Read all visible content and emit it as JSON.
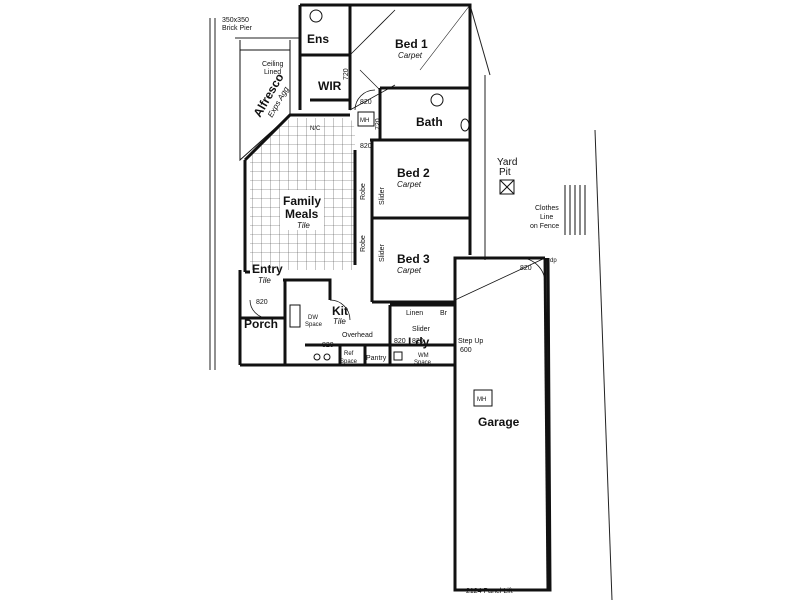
{
  "rooms": {
    "ens": "Ens",
    "bed1": "Bed 1",
    "bed1_floor": "Carpet",
    "wir": "WIR",
    "bath": "Bath",
    "bed2": "Bed 2",
    "bed2_floor": "Carpet",
    "bed3": "Bed 3",
    "bed3_floor": "Carpet",
    "family_line1": "Family",
    "family_line2": "Meals",
    "family_floor": "Tile",
    "entry": "Entry",
    "entry_floor": "Tile",
    "kit": "Kit",
    "kit_floor": "Tile",
    "porch": "Porch",
    "lindy": "Ldy",
    "garage": "Garage",
    "alfresco": "Alfresco",
    "alfresco_note": "Exps Agg",
    "yard_pit_line1": "Yard",
    "yard_pit_line2": "Pit"
  },
  "notes": {
    "brick_pier_line1": "350x350",
    "brick_pier_line2": "Brick Pier",
    "ceiling_line1": "Ceiling",
    "ceiling_line2": "Lined",
    "clothes_line1": "Clothes",
    "clothes_line2": "Line",
    "clothes_line3": "on Fence",
    "robe_a": "Robe",
    "robe_b": "Robe",
    "slider_a": "Slider",
    "slider_b": "Slider",
    "slider_c": "Slider",
    "linen": "Linen",
    "br": "Br",
    "overhead": "Overhead",
    "dw_space_line1": "DW",
    "dw_space_line2": "Space",
    "ref_space_line1": "Ref",
    "ref_space_line2": "Space",
    "pantry": "Pantry",
    "wm_space_line1": "WM",
    "wm_space_line2": "Space",
    "step_up": "Step Up",
    "step_up_dim": "600",
    "panel_lift": "2124 Panel Lift",
    "mh_1": "MH",
    "mh_2": "MH",
    "nc": "N/C",
    "dp": "dp"
  },
  "dims": {
    "d820_a": "820",
    "d820_b": "820",
    "d820_c": "820",
    "d820_d": "820",
    "d820_e": "820",
    "d820_f": "820",
    "d820_g": "820",
    "d720_a": "720",
    "d720_b": "720"
  }
}
